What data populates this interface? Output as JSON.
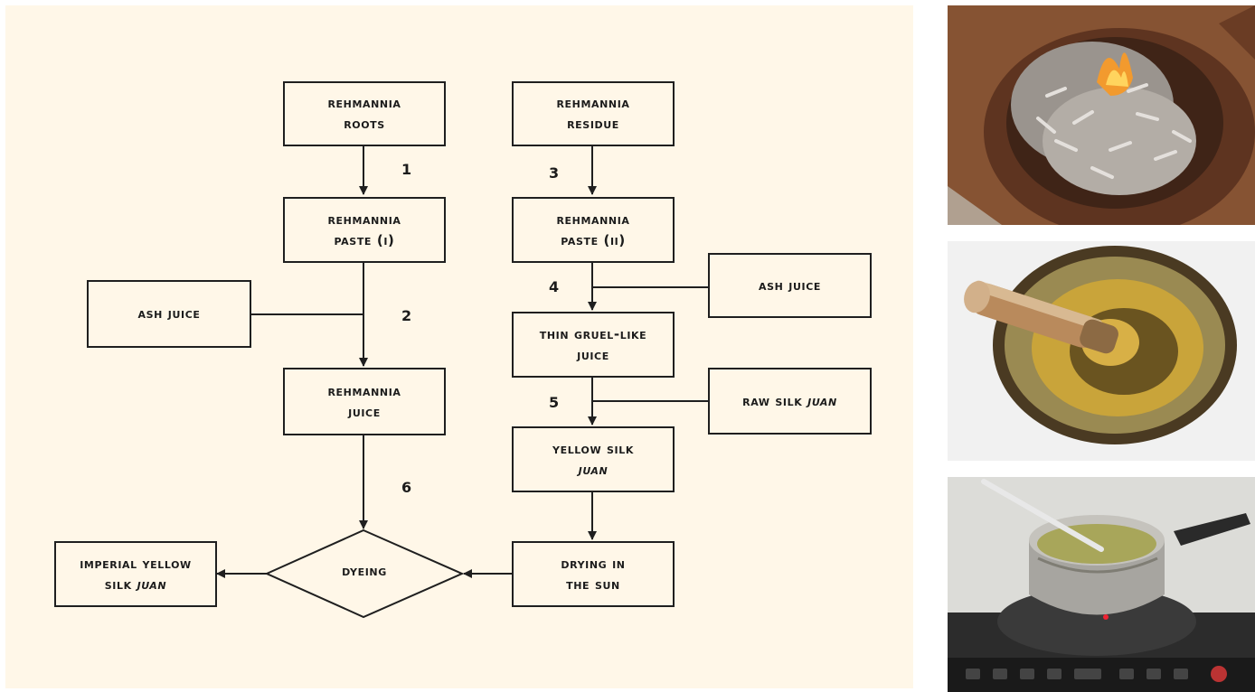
{
  "flowchart": {
    "boxes": {
      "roots": {
        "line1": "REHMANNIA",
        "line2": "ROOTS"
      },
      "residue": {
        "line1": "REHMANNIA",
        "line2": "RESIDUE"
      },
      "paste1": {
        "line1": "REHMANNIA",
        "line2": "PASTE (I)"
      },
      "paste2": {
        "line1": "REHMANNIA",
        "line2": "PASTE (II)"
      },
      "ash_left": {
        "line1": "ASH JUICE"
      },
      "ash_right": {
        "line1": "ASH JUICE"
      },
      "thin_gruel": {
        "line1": "THIN GRUEL-LIKE",
        "line2": "JUICE"
      },
      "raw_silk": {
        "line1": "RAW SILK ",
        "line1_italic": "JUAN"
      },
      "juice": {
        "line1": "REHMANNIA",
        "line2": "JUICE"
      },
      "yellow_silk": {
        "line1": "YELLOW SILK",
        "line2_italic": "JUAN"
      },
      "drying": {
        "line1": "DRYING IN",
        "line2": "THE SUN"
      },
      "imperial": {
        "line1": "IMPERIAL YELLOW",
        "line2": "SILK ",
        "line2_italic": "JUAN"
      }
    },
    "diamond": {
      "label": "DYEING"
    },
    "steps": [
      "1",
      "2",
      "3",
      "4",
      "5",
      "6"
    ]
  },
  "photos": [
    {
      "depicts": "roots-burning-in-clay-pot"
    },
    {
      "depicts": "mortar-and-pestle-with-paste"
    },
    {
      "depicts": "pan-on-induction-cooker"
    }
  ]
}
